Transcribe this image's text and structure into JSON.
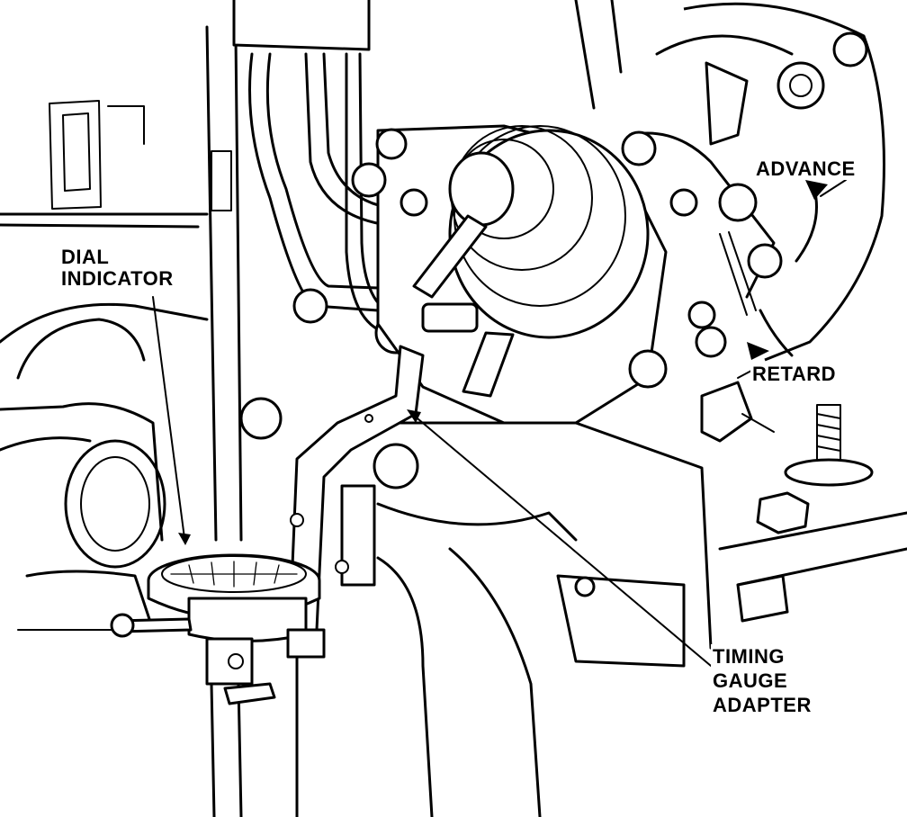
{
  "labels": {
    "dial_indicator_line1": "DIAL",
    "dial_indicator_line2": "INDICATOR",
    "advance": "ADVANCE",
    "retard": "RETARD",
    "timing_gauge_line1": "TIMING",
    "timing_gauge_line2": "GAUGE",
    "timing_gauge_line3": "ADAPTER"
  }
}
